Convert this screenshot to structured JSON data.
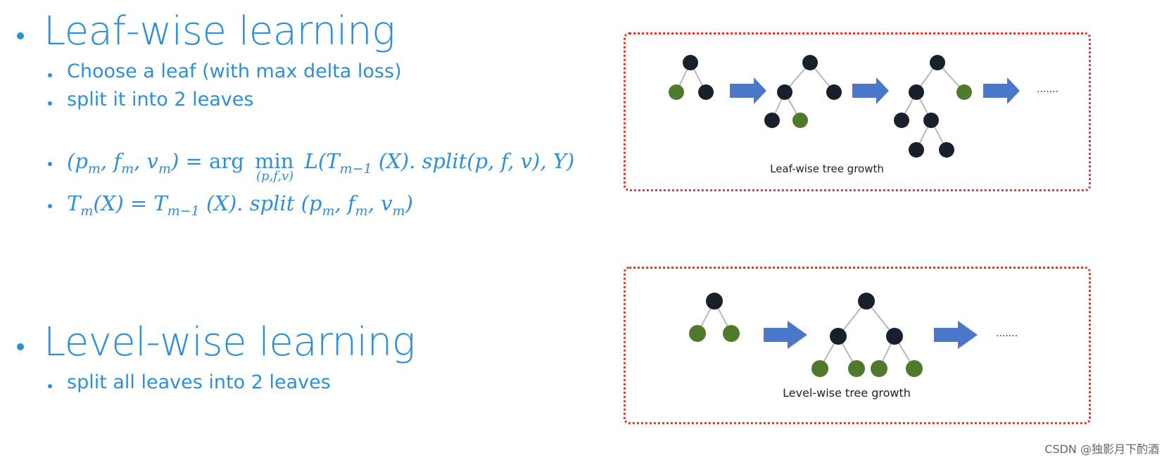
{
  "leaf_section": {
    "heading": "Leaf-wise learning",
    "bullets": [
      "Choose a leaf (with max delta loss)",
      "split it into 2 leaves"
    ],
    "formula1": {
      "lhs": "(p",
      "eq": "= arg",
      "min": "min",
      "under": "(p,f,v)",
      "rhs": "L(T",
      "rhs_tail": "(X). split(p, f, v), Y)"
    },
    "formula2": {
      "lhs": "T",
      "mid": "(X) = T",
      "rhs": "(X). split (p",
      "sub_m": "m",
      "sub_m1": "m−1"
    },
    "diagram_caption": "Leaf-wise tree growth"
  },
  "level_section": {
    "heading": "Level-wise learning",
    "bullets": [
      "split all leaves into 2 leaves"
    ],
    "diagram_caption": "Level-wise tree growth"
  },
  "ellipsis": "·······",
  "watermark": "CSDN @独影月下酌酒",
  "colors": {
    "text_blue": "#2f8fd6",
    "dark_node": "#17202b",
    "green_node": "#4f7a2c",
    "arrow": "#4a77c9",
    "border": "#e03a2f"
  }
}
